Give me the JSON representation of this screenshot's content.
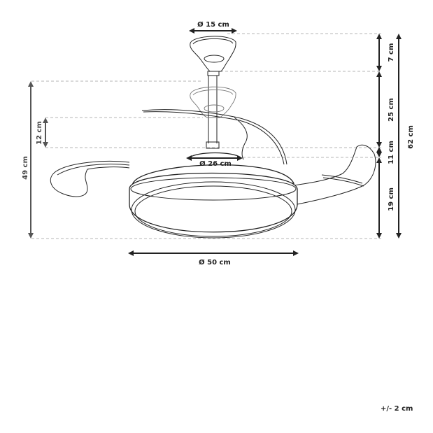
{
  "diagram": {
    "subject": "Retractable-blade ceiling fan with LED light — dimension drawing",
    "dimensions": {
      "canopy_diameter": "Ø 15 cm",
      "motor_housing_diameter": "Ø 26 cm",
      "light_diameter": "Ø 50 cm",
      "canopy_height": "7 cm",
      "rod_height": "25 cm",
      "housing_height": "11 cm",
      "body_height": "19 cm",
      "total_height": "62 cm",
      "adjustable_range": "12 cm",
      "adjusted_height": "49 cm"
    },
    "tolerance": "+/- 2 cm"
  },
  "colors": {
    "line": "#222222",
    "dash": "#b5b5b5",
    "background": "#ffffff"
  }
}
